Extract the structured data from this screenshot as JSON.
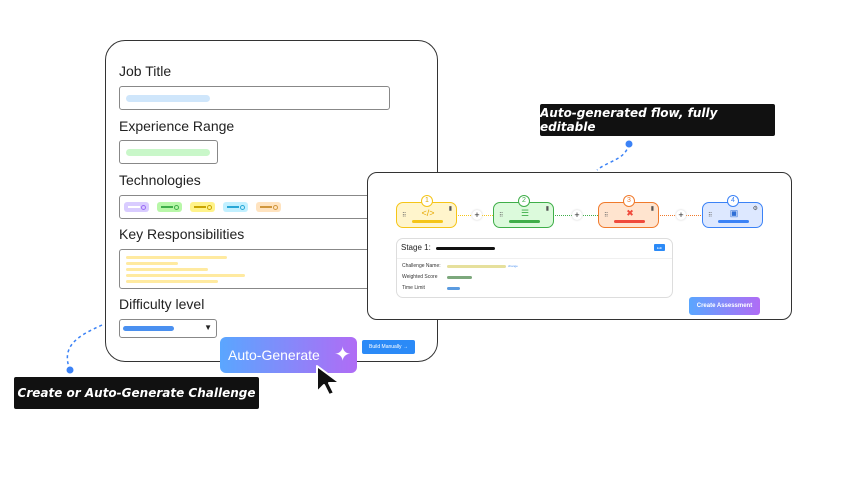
{
  "form": {
    "job_title_label": "Job Title",
    "experience_label": "Experience Range",
    "technologies_label": "Technologies",
    "responsibilities_label": "Key Responsibilities",
    "difficulty_label": "Difficulty level",
    "dropdown_icon": "▼"
  },
  "buttons": {
    "auto_generate": "Auto-Generate",
    "build_manually": "Build Manually",
    "create_assessment": "Create Assessment",
    "edit": "Edit",
    "change": "change"
  },
  "callouts": {
    "flow": "Auto-generated flow, fully editable",
    "create": "Create or Auto-Generate Challenge"
  },
  "flow": {
    "nodes": [
      {
        "num": "1",
        "icon": "</>",
        "color": "#f5c518",
        "bg": "#fff5cc"
      },
      {
        "num": "2",
        "icon": "☰",
        "color": "#3fae49",
        "bg": "#dcfadc"
      },
      {
        "num": "3",
        "icon": "✖",
        "color": "#f07a2c",
        "bg": "#ffe4cf"
      },
      {
        "num": "4",
        "icon": "▣",
        "color": "#3b82f6",
        "bg": "#dde8ff"
      }
    ],
    "stage_title": "Stage 1:",
    "rows": [
      "Challenge Name:",
      "Weighted Score",
      "Time Limit"
    ]
  },
  "colors": {
    "accent_start": "#5aa6ff",
    "accent_end": "#b06cf5"
  }
}
